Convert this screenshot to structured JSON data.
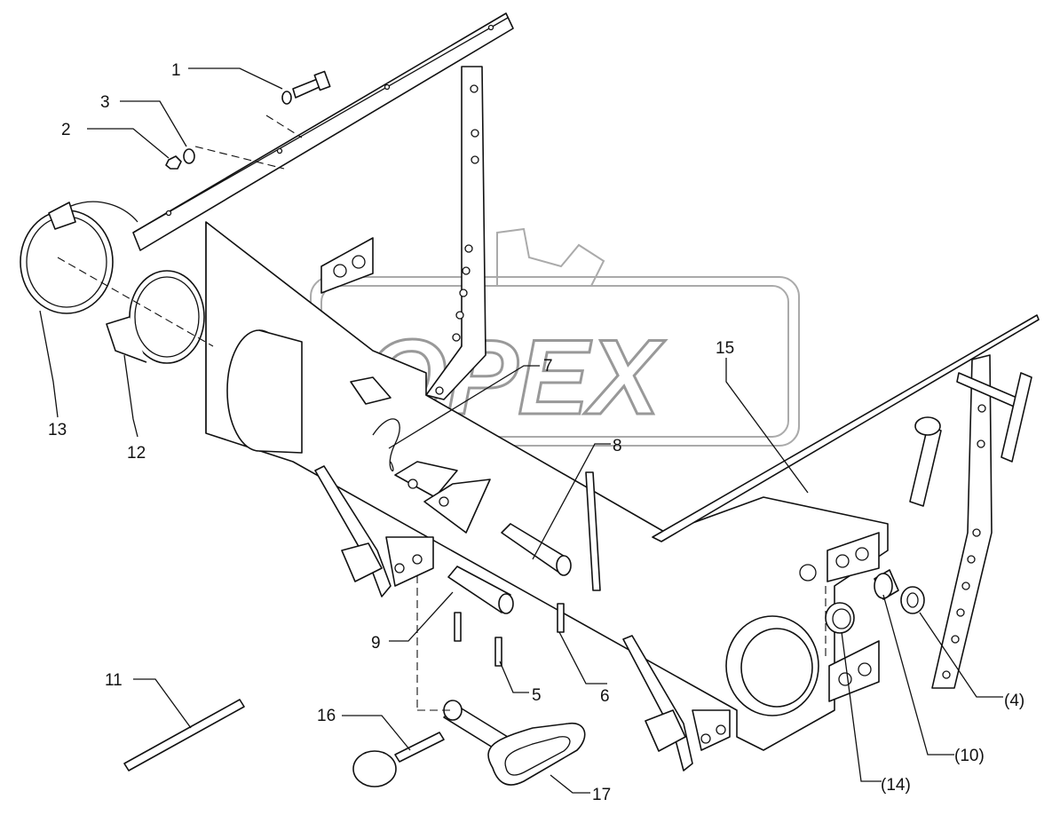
{
  "watermark": {
    "text": "OPEX"
  },
  "callouts": [
    {
      "id": "c1",
      "text": "1"
    },
    {
      "id": "c2",
      "text": "2"
    },
    {
      "id": "c3",
      "text": "3"
    },
    {
      "id": "c4",
      "text": "(4)"
    },
    {
      "id": "c5",
      "text": "5"
    },
    {
      "id": "c6",
      "text": "6"
    },
    {
      "id": "c7",
      "text": "7"
    },
    {
      "id": "c8",
      "text": "8"
    },
    {
      "id": "c9",
      "text": "9"
    },
    {
      "id": "c10",
      "text": "(10)"
    },
    {
      "id": "c11",
      "text": "11"
    },
    {
      "id": "c12",
      "text": "12"
    },
    {
      "id": "c13",
      "text": "13"
    },
    {
      "id": "c14",
      "text": "(14)"
    },
    {
      "id": "c15",
      "text": "15"
    },
    {
      "id": "c16",
      "text": "16"
    },
    {
      "id": "c17",
      "text": "17"
    }
  ]
}
